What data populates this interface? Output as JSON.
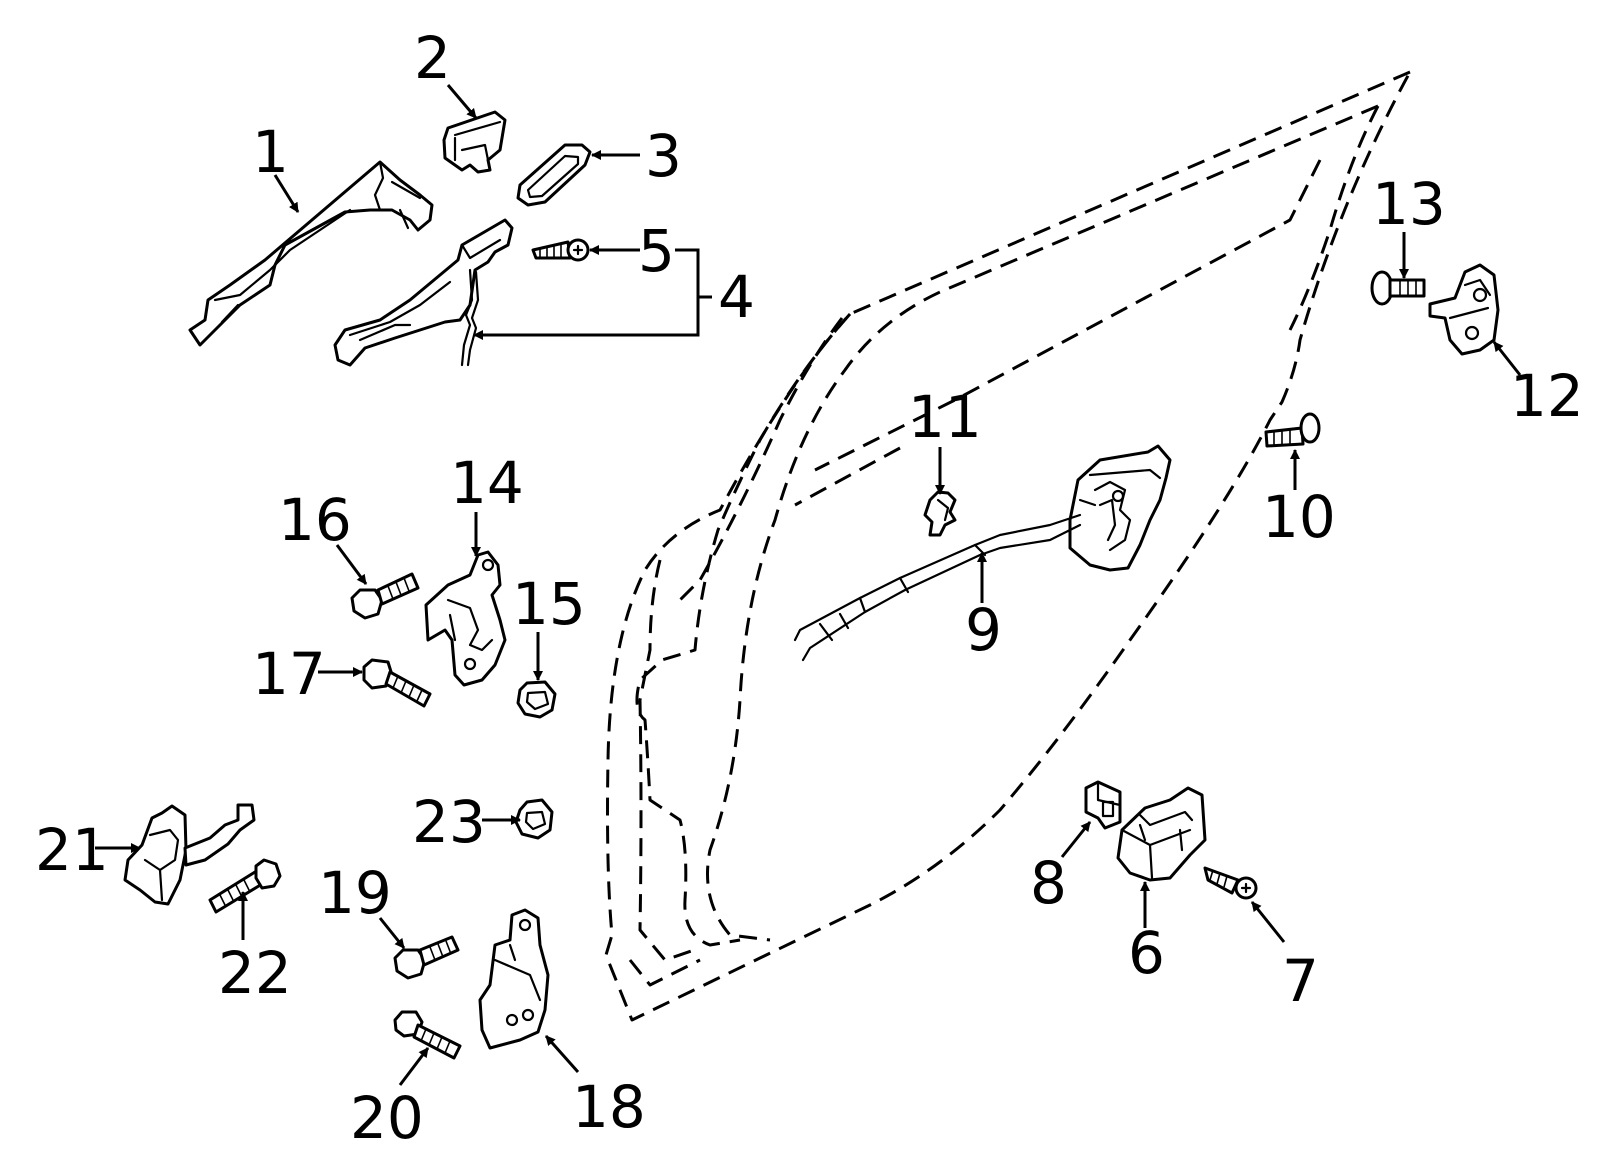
{
  "diagram": {
    "callouts": [
      {
        "id": "1",
        "label": "1"
      },
      {
        "id": "2",
        "label": "2"
      },
      {
        "id": "3",
        "label": "3"
      },
      {
        "id": "4",
        "label": "4"
      },
      {
        "id": "5",
        "label": "5"
      },
      {
        "id": "6",
        "label": "6"
      },
      {
        "id": "7",
        "label": "7"
      },
      {
        "id": "8",
        "label": "8"
      },
      {
        "id": "9",
        "label": "9"
      },
      {
        "id": "10",
        "label": "10"
      },
      {
        "id": "11",
        "label": "11"
      },
      {
        "id": "12",
        "label": "12"
      },
      {
        "id": "13",
        "label": "13"
      },
      {
        "id": "14",
        "label": "14"
      },
      {
        "id": "15",
        "label": "15"
      },
      {
        "id": "16",
        "label": "16"
      },
      {
        "id": "17",
        "label": "17"
      },
      {
        "id": "18",
        "label": "18"
      },
      {
        "id": "19",
        "label": "19"
      },
      {
        "id": "20",
        "label": "20"
      },
      {
        "id": "21",
        "label": "21"
      },
      {
        "id": "22",
        "label": "22"
      },
      {
        "id": "23",
        "label": "23"
      }
    ],
    "colors": {
      "line": "#000000",
      "background": "#ffffff"
    }
  }
}
